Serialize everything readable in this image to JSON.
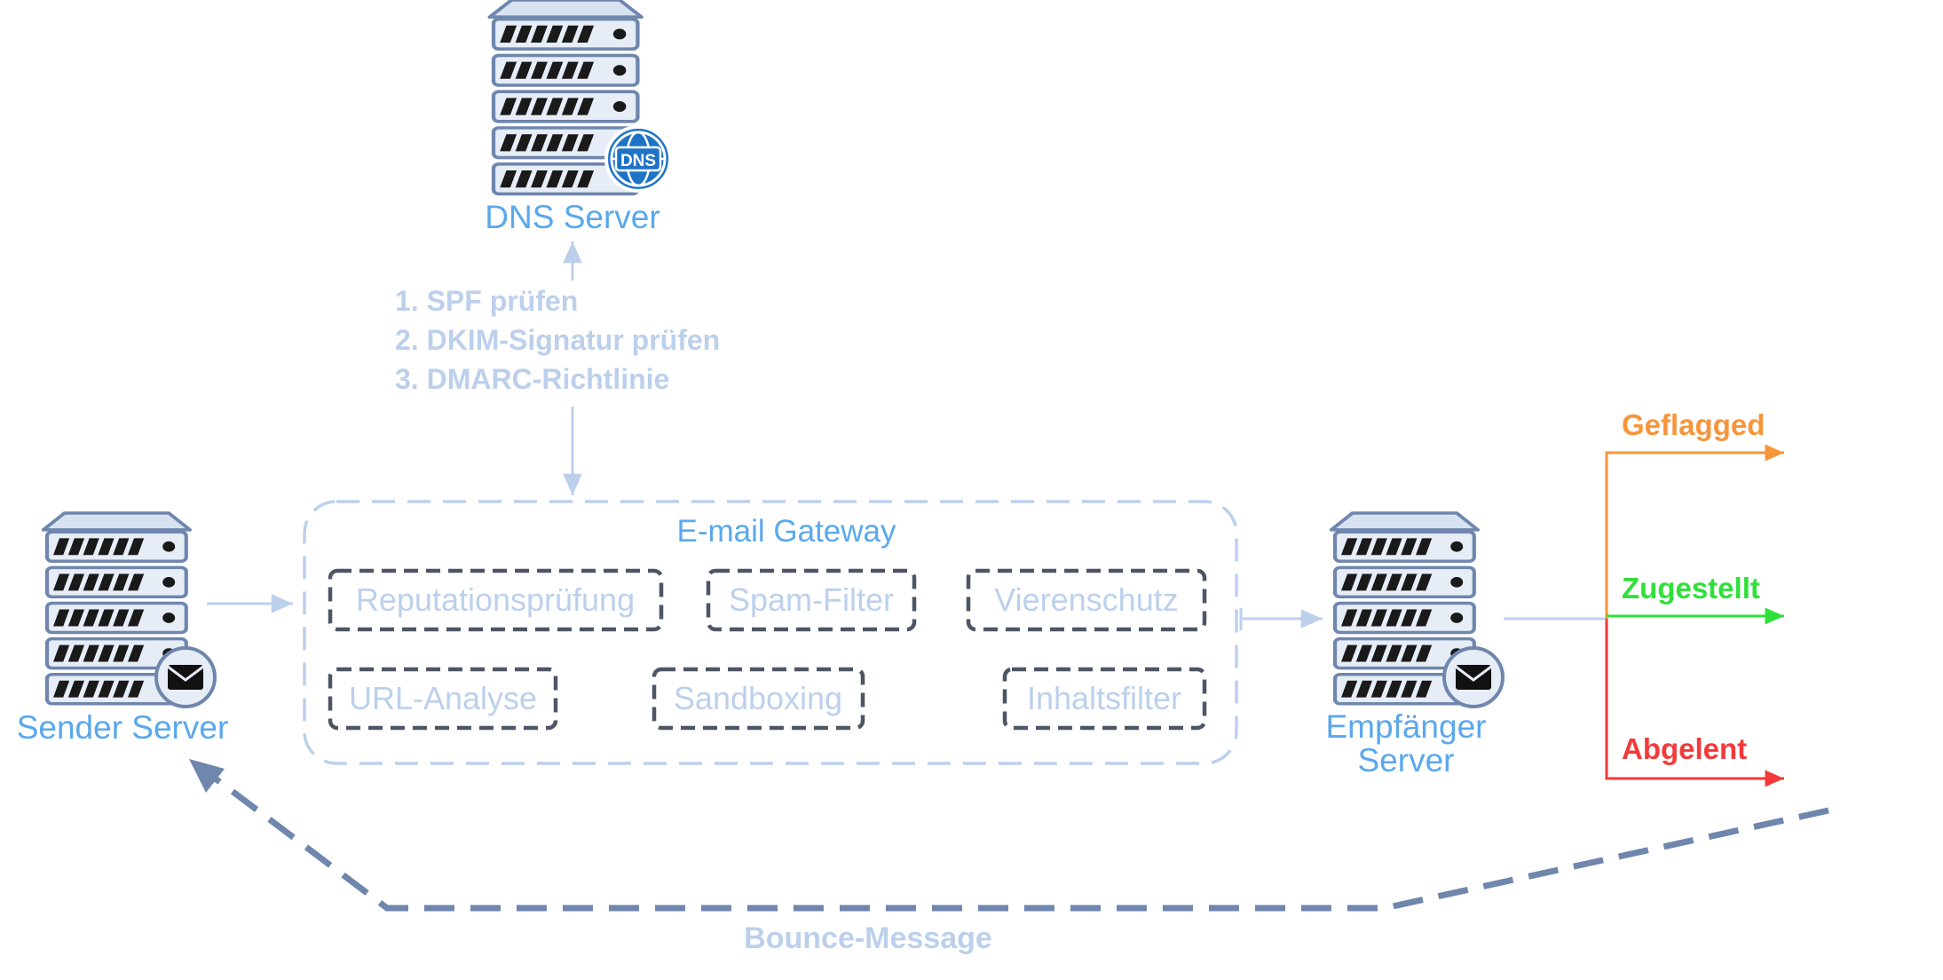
{
  "dns_server": {
    "label": "DNS Server",
    "badge": "DNS"
  },
  "checks": [
    "1. SPF prüfen",
    "2. DKIM-Signatur prüfen",
    "3. DMARC-Richtlinie"
  ],
  "gateway": {
    "title": "E-mail Gateway",
    "filters": [
      "Reputationsprüfung",
      "Spam-Filter",
      "Vierenschutz",
      "URL-Analyse",
      "Sandboxing",
      "Inhaltsfilter"
    ]
  },
  "sender_server": {
    "label": "Sender Server"
  },
  "receiver_server": {
    "label_line1": "Empfänger",
    "label_line2": "Server"
  },
  "outcomes": [
    {
      "label": "Geflagged",
      "color": "#f7953a"
    },
    {
      "label": "Zugestellt",
      "color": "#2fe03a"
    },
    {
      "label": "Abgelent",
      "color": "#f23a3a"
    }
  ],
  "bounce": {
    "label": "Bounce-Message",
    "color": "#6f86ad"
  },
  "colors": {
    "accent_blue": "#5aa8ec",
    "light_blue": "#bcd0ec",
    "dash_grey": "#4e5565",
    "server_fill": "#d8e2f1",
    "server_stroke": "#6f86ad"
  },
  "icons": {
    "server": "server-rack-icon",
    "dns": "dns-globe-icon",
    "mail": "envelope-icon"
  }
}
